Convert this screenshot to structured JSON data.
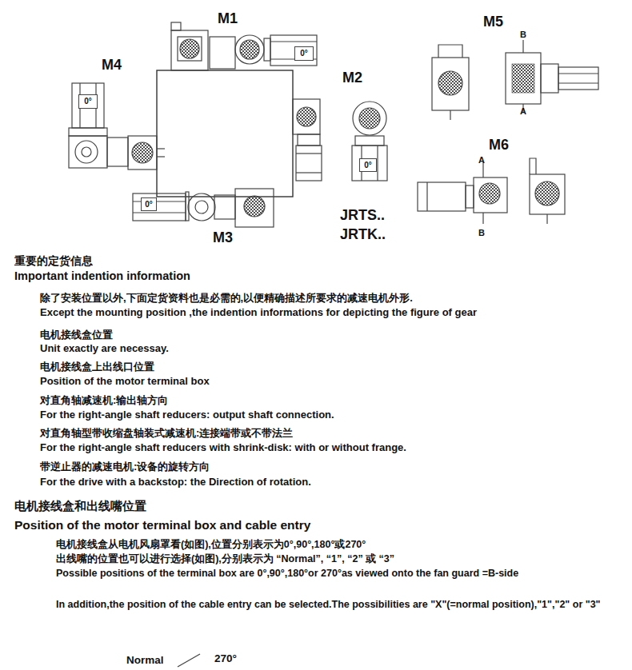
{
  "diagram": {
    "nodes": [
      {
        "text": [
          "0°"
        ]
      },
      {
        "text": [
          "0°"
        ]
      },
      {
        "text": [
          "0°"
        ]
      },
      {
        "text": [
          "0°"
        ]
      }
    ],
    "labels": [
      "M1",
      "M4",
      "M2",
      "M5",
      "B",
      "A",
      "M6",
      "A",
      "B",
      "M3",
      "JRTS..",
      "JRTK..",
      "重要的定货信息",
      "Important indention information",
      "除了安装位置以外,下面定货资料也是必需的,以便精确描述所要求的减速电机外形.",
      "Except the mounting position ,the indention informations for depicting the figure of gear",
      "电机接线盒位置",
      "Unit exactly are necessay.",
      "电机接线盒上出线口位置",
      "Position of the motor terminal box",
      "对直角轴减速机:输出轴方向",
      "For the right-angle shaft reducers: output shaft connection.",
      "对直角轴型带收缩盘轴装式减速机:连接端带或不带法兰",
      "For the right-angle shaft reducers with shrink-disk: with or without frange.",
      "带逆止器的减速电机:设备的旋转方向",
      "For the drive with a backstop: the Direction of rotation.",
      "电机接线盒和出线嘴位置",
      "Position of the motor terminal box and cable entry",
      "电机接线盒从电机风扇罩看(如图),位置分别表示为0°,90°,180°或270°",
      "出线嘴的位置也可以进行选择(如图),分别表示为 “Normal”, “1”, “2” 或 “3”",
      "Possible positions of the terminal box are 0°,90°,180°or 270°as viewed onto the fan guard =B-side",
      "In addition,the position of the cable entry can be selected.The possibilities are \"X\"(=normal position),\"1\",\"2\" or \"3\"",
      "Normal",
      "270°"
    ]
  }
}
